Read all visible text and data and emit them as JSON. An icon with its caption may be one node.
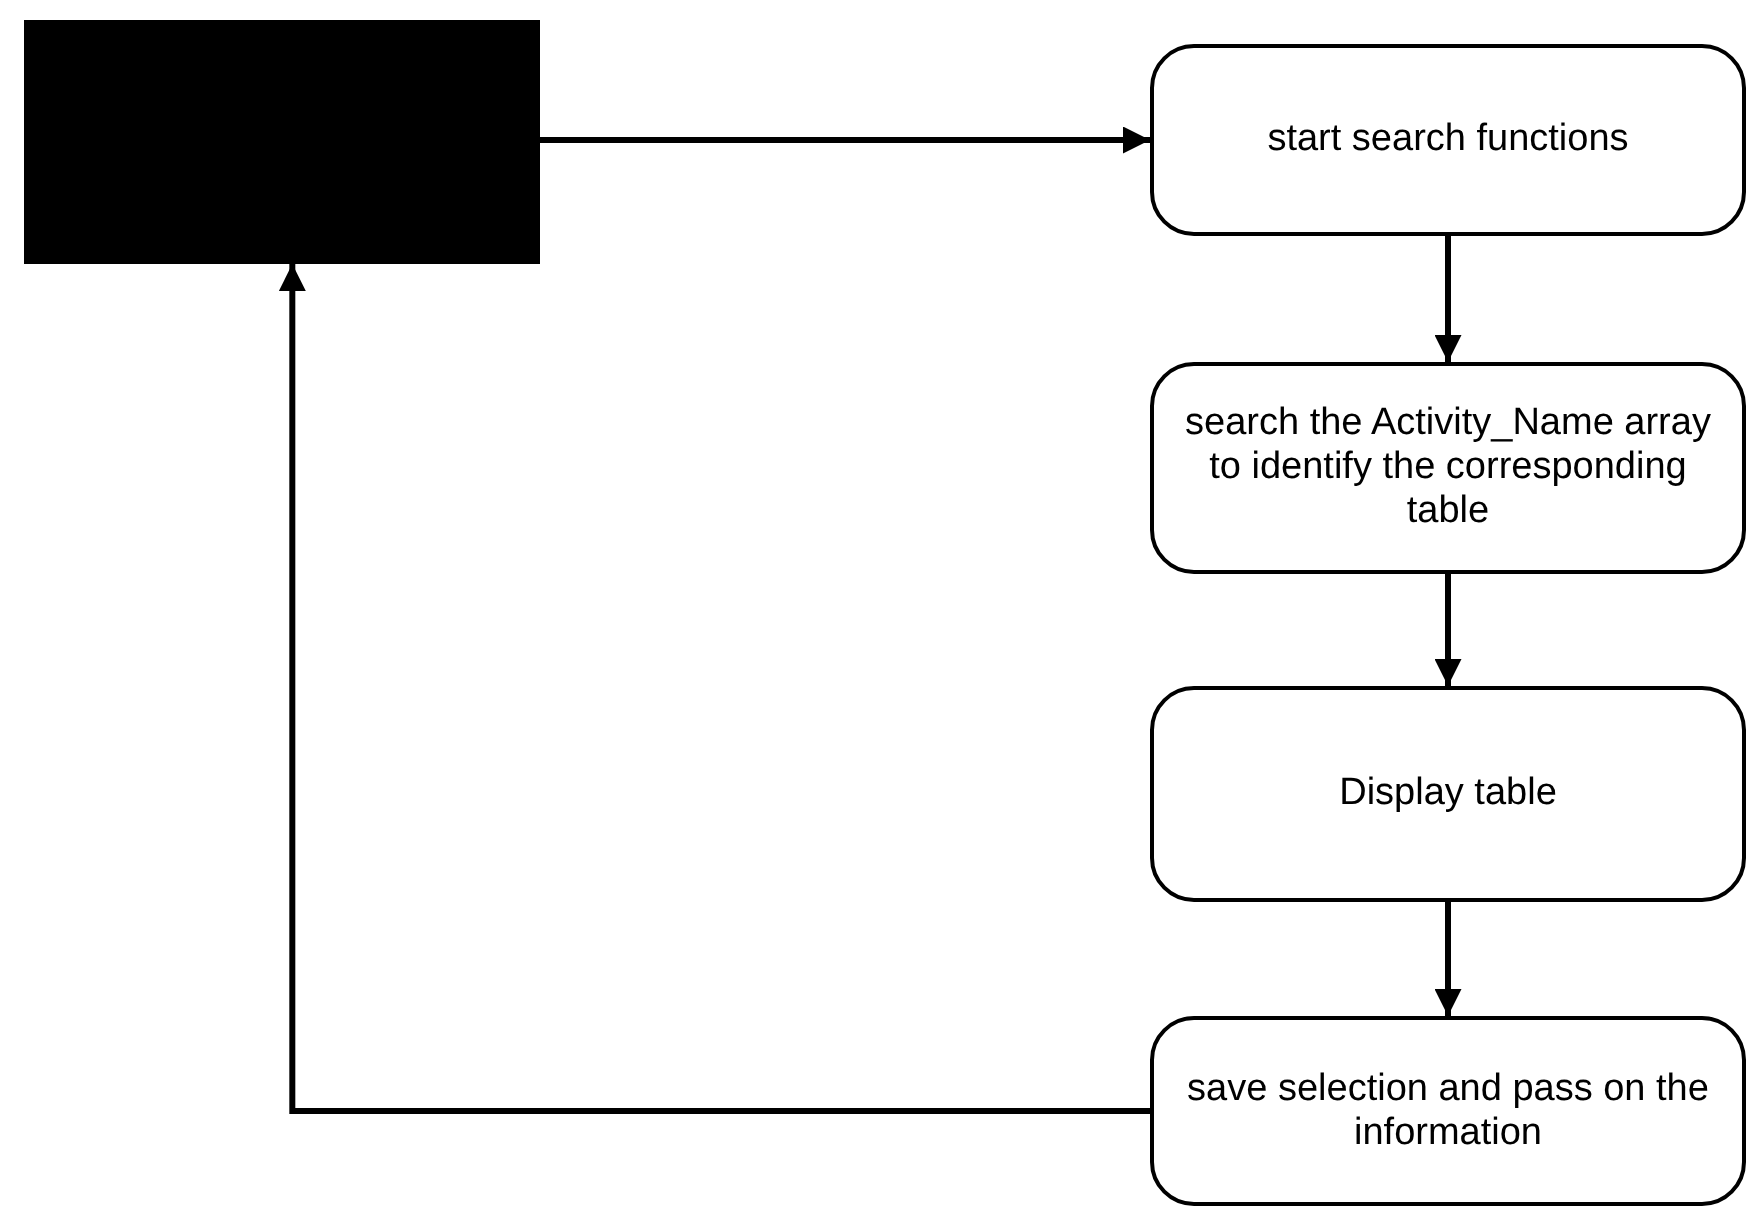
{
  "diagram": {
    "nodes": [
      {
        "text": [],
        "shape": "box"
      },
      {
        "text": [
          "start search functions"
        ]
      },
      {
        "text": [
          "search the Activity_Name array to identify the corresponding table"
        ]
      },
      {
        "text": [
          "Display table"
        ]
      },
      {
        "text": [
          "save selection and pass on the information"
        ]
      }
    ],
    "edges": [
      {
        "from": 0,
        "to": 1,
        "arrow": "to"
      },
      {
        "from": 1,
        "to": 2,
        "arrow": "to"
      },
      {
        "from": 2,
        "to": 3,
        "arrow": "to"
      },
      {
        "from": 3,
        "to": 4,
        "arrow": "to"
      },
      {
        "from": 4,
        "to": 0,
        "arrow": "to"
      }
    ]
  }
}
